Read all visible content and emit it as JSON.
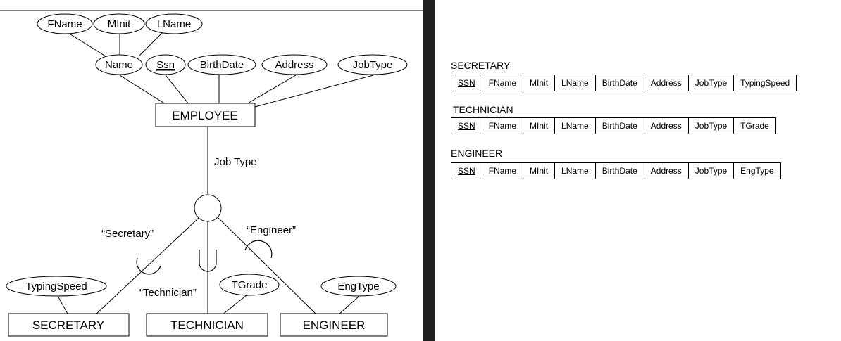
{
  "er_diagram": {
    "attributes": {
      "fname": "FName",
      "minit": "MInit",
      "lname": "LName",
      "name": "Name",
      "ssn": "Ssn",
      "birthdate": "BirthDate",
      "address": "Address",
      "jobtype": "JobType",
      "typingspeed": "TypingSpeed",
      "tgrade": "TGrade",
      "engtype": "EngType"
    },
    "entities": {
      "employee": "EMPLOYEE",
      "secretary": "SECRETARY",
      "technician": "TECHNICIAN",
      "engineer": "ENGINEER"
    },
    "defining_attribute": "Job Type",
    "conditions": {
      "secretary": "“Secretary”",
      "technician": "“Technician”",
      "engineer": "“Engineer”"
    }
  },
  "relations": [
    {
      "name": "SECRETARY",
      "columns": [
        "SSN",
        "FName",
        "MInit",
        "LName",
        "BirthDate",
        "Address",
        "JobType",
        "TypingSpeed"
      ]
    },
    {
      "name": "TECHNICIAN",
      "columns": [
        "SSN",
        "FName",
        "MInit",
        "LName",
        "BirthDate",
        "Address",
        "JobType",
        "TGrade"
      ]
    },
    {
      "name": "ENGINEER",
      "columns": [
        "SSN",
        "FName",
        "MInit",
        "LName",
        "BirthDate",
        "Address",
        "JobType",
        "EngType"
      ]
    }
  ]
}
